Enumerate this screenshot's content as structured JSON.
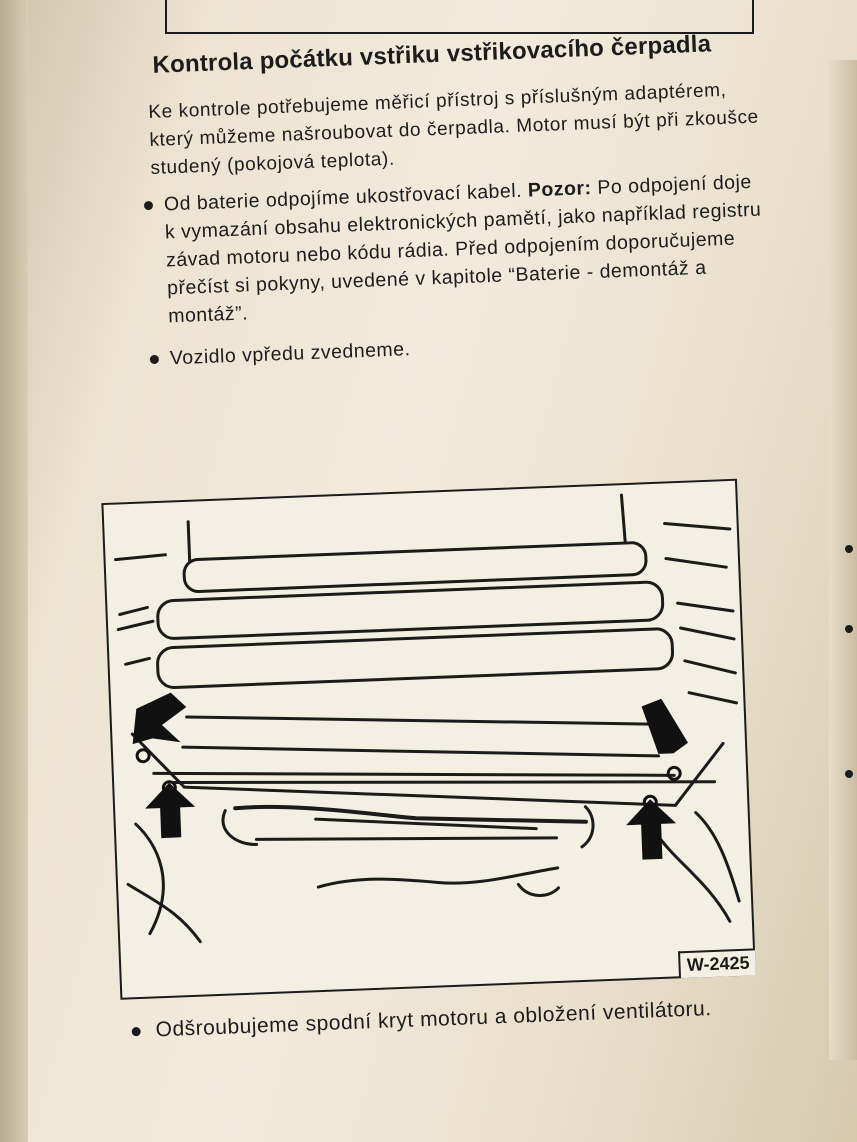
{
  "heading": "Kontrola počátku vstřiku vstřikovacího čerpadla",
  "intro": "Ke kontrole potřebujeme měřicí přístroj s příslušným adaptérem, který můžeme našroubovat do čerpadla. Motor musí být při zkoušce studený (pokojová teplota).",
  "bullets": [
    {
      "text_before": "Od baterie odpojíme ukostřovací kabel. ",
      "bold": "Pozor:",
      "text_after": " Po odpojení doje k vymazání obsahu elektronických pamětí, jako například registru závad motoru nebo kódu rádia. Před odpojením doporučujeme přečíst si pokyny, uvedené v kapitole “Baterie - demontáž a montáž”."
    },
    {
      "text_before": "Vozidlo vpředu zvedneme.",
      "bold": "",
      "text_after": ""
    }
  ],
  "figure": {
    "label": "W-2425",
    "icon": "car-underbody-illustration-with-jack-point-arrows"
  },
  "last_bullet": "Odšroubujeme spodní kryt motoru a obložení ventilátoru."
}
